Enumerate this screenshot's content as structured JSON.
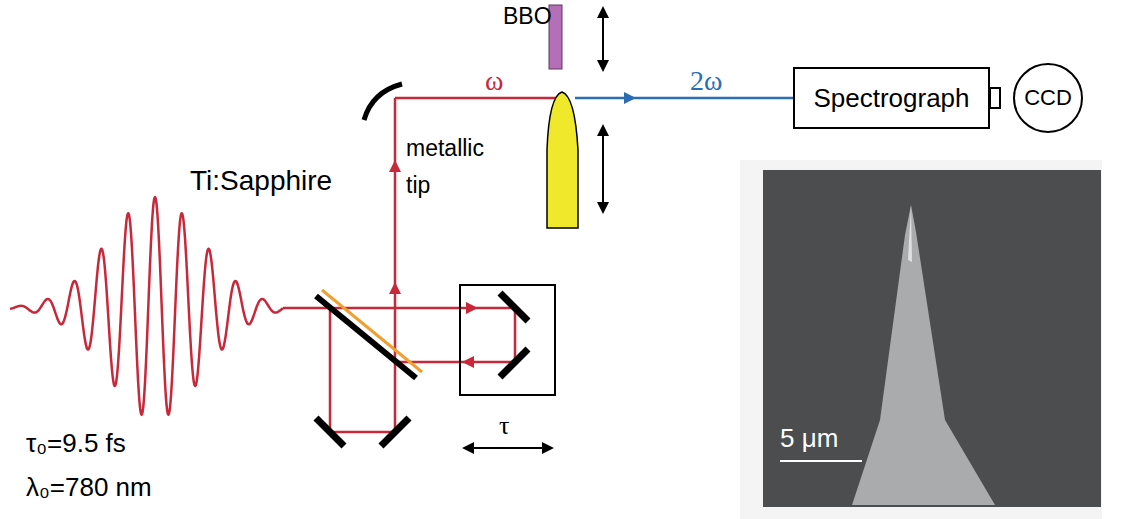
{
  "diagram": {
    "nodes": [
      {
        "text": [
          "Spectrograph"
        ]
      },
      {
        "text": [
          "CCD"
        ]
      }
    ],
    "labels": [
      "BBO",
      "ω",
      "2ω",
      "metallic tip",
      "Ti:Sapphire",
      "τ₀=9.5 fs",
      "λ₀=780 nm",
      "τ",
      "5 μm"
    ]
  }
}
